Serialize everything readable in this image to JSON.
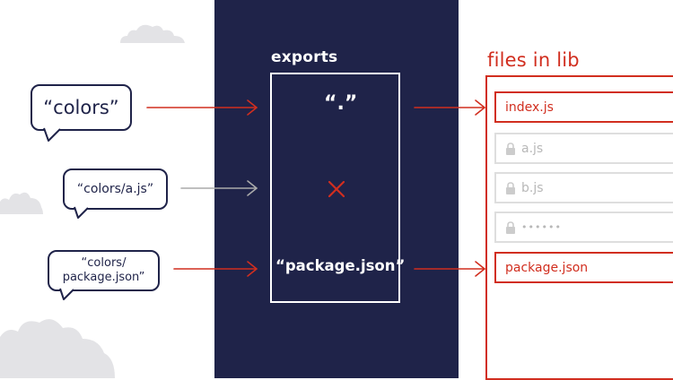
{
  "colors": {
    "navy": "#1f2349",
    "red": "#d12e1f",
    "gray_arrow": "#aaaaaa",
    "cloud": "#e3e3e6",
    "locked_border": "#dedede",
    "locked_text": "#b8b8b8"
  },
  "requests": [
    {
      "label": "“colors”",
      "target": "“.”"
    },
    {
      "label": "“colors/a.js”",
      "target": "blocked"
    },
    {
      "label_lines": [
        "“colors/",
        "package.json”"
      ],
      "target": "“package.json”"
    }
  ],
  "exports": {
    "title": "exports",
    "keys": [
      "“.”",
      "“package.json”"
    ]
  },
  "files": {
    "title": "files in lib",
    "items": [
      {
        "label": "index.js",
        "state": "exposed"
      },
      {
        "label": "a.js",
        "state": "locked",
        "icon": "lock-icon"
      },
      {
        "label": "b.js",
        "state": "locked",
        "icon": "lock-icon"
      },
      {
        "label": "••••••",
        "state": "locked",
        "icon": "lock-icon"
      },
      {
        "label": "package.json",
        "state": "exposed"
      }
    ]
  },
  "icons": {
    "blocked": "x-mark-icon",
    "locked": "lock-icon",
    "decoration": "cloud-icon"
  }
}
